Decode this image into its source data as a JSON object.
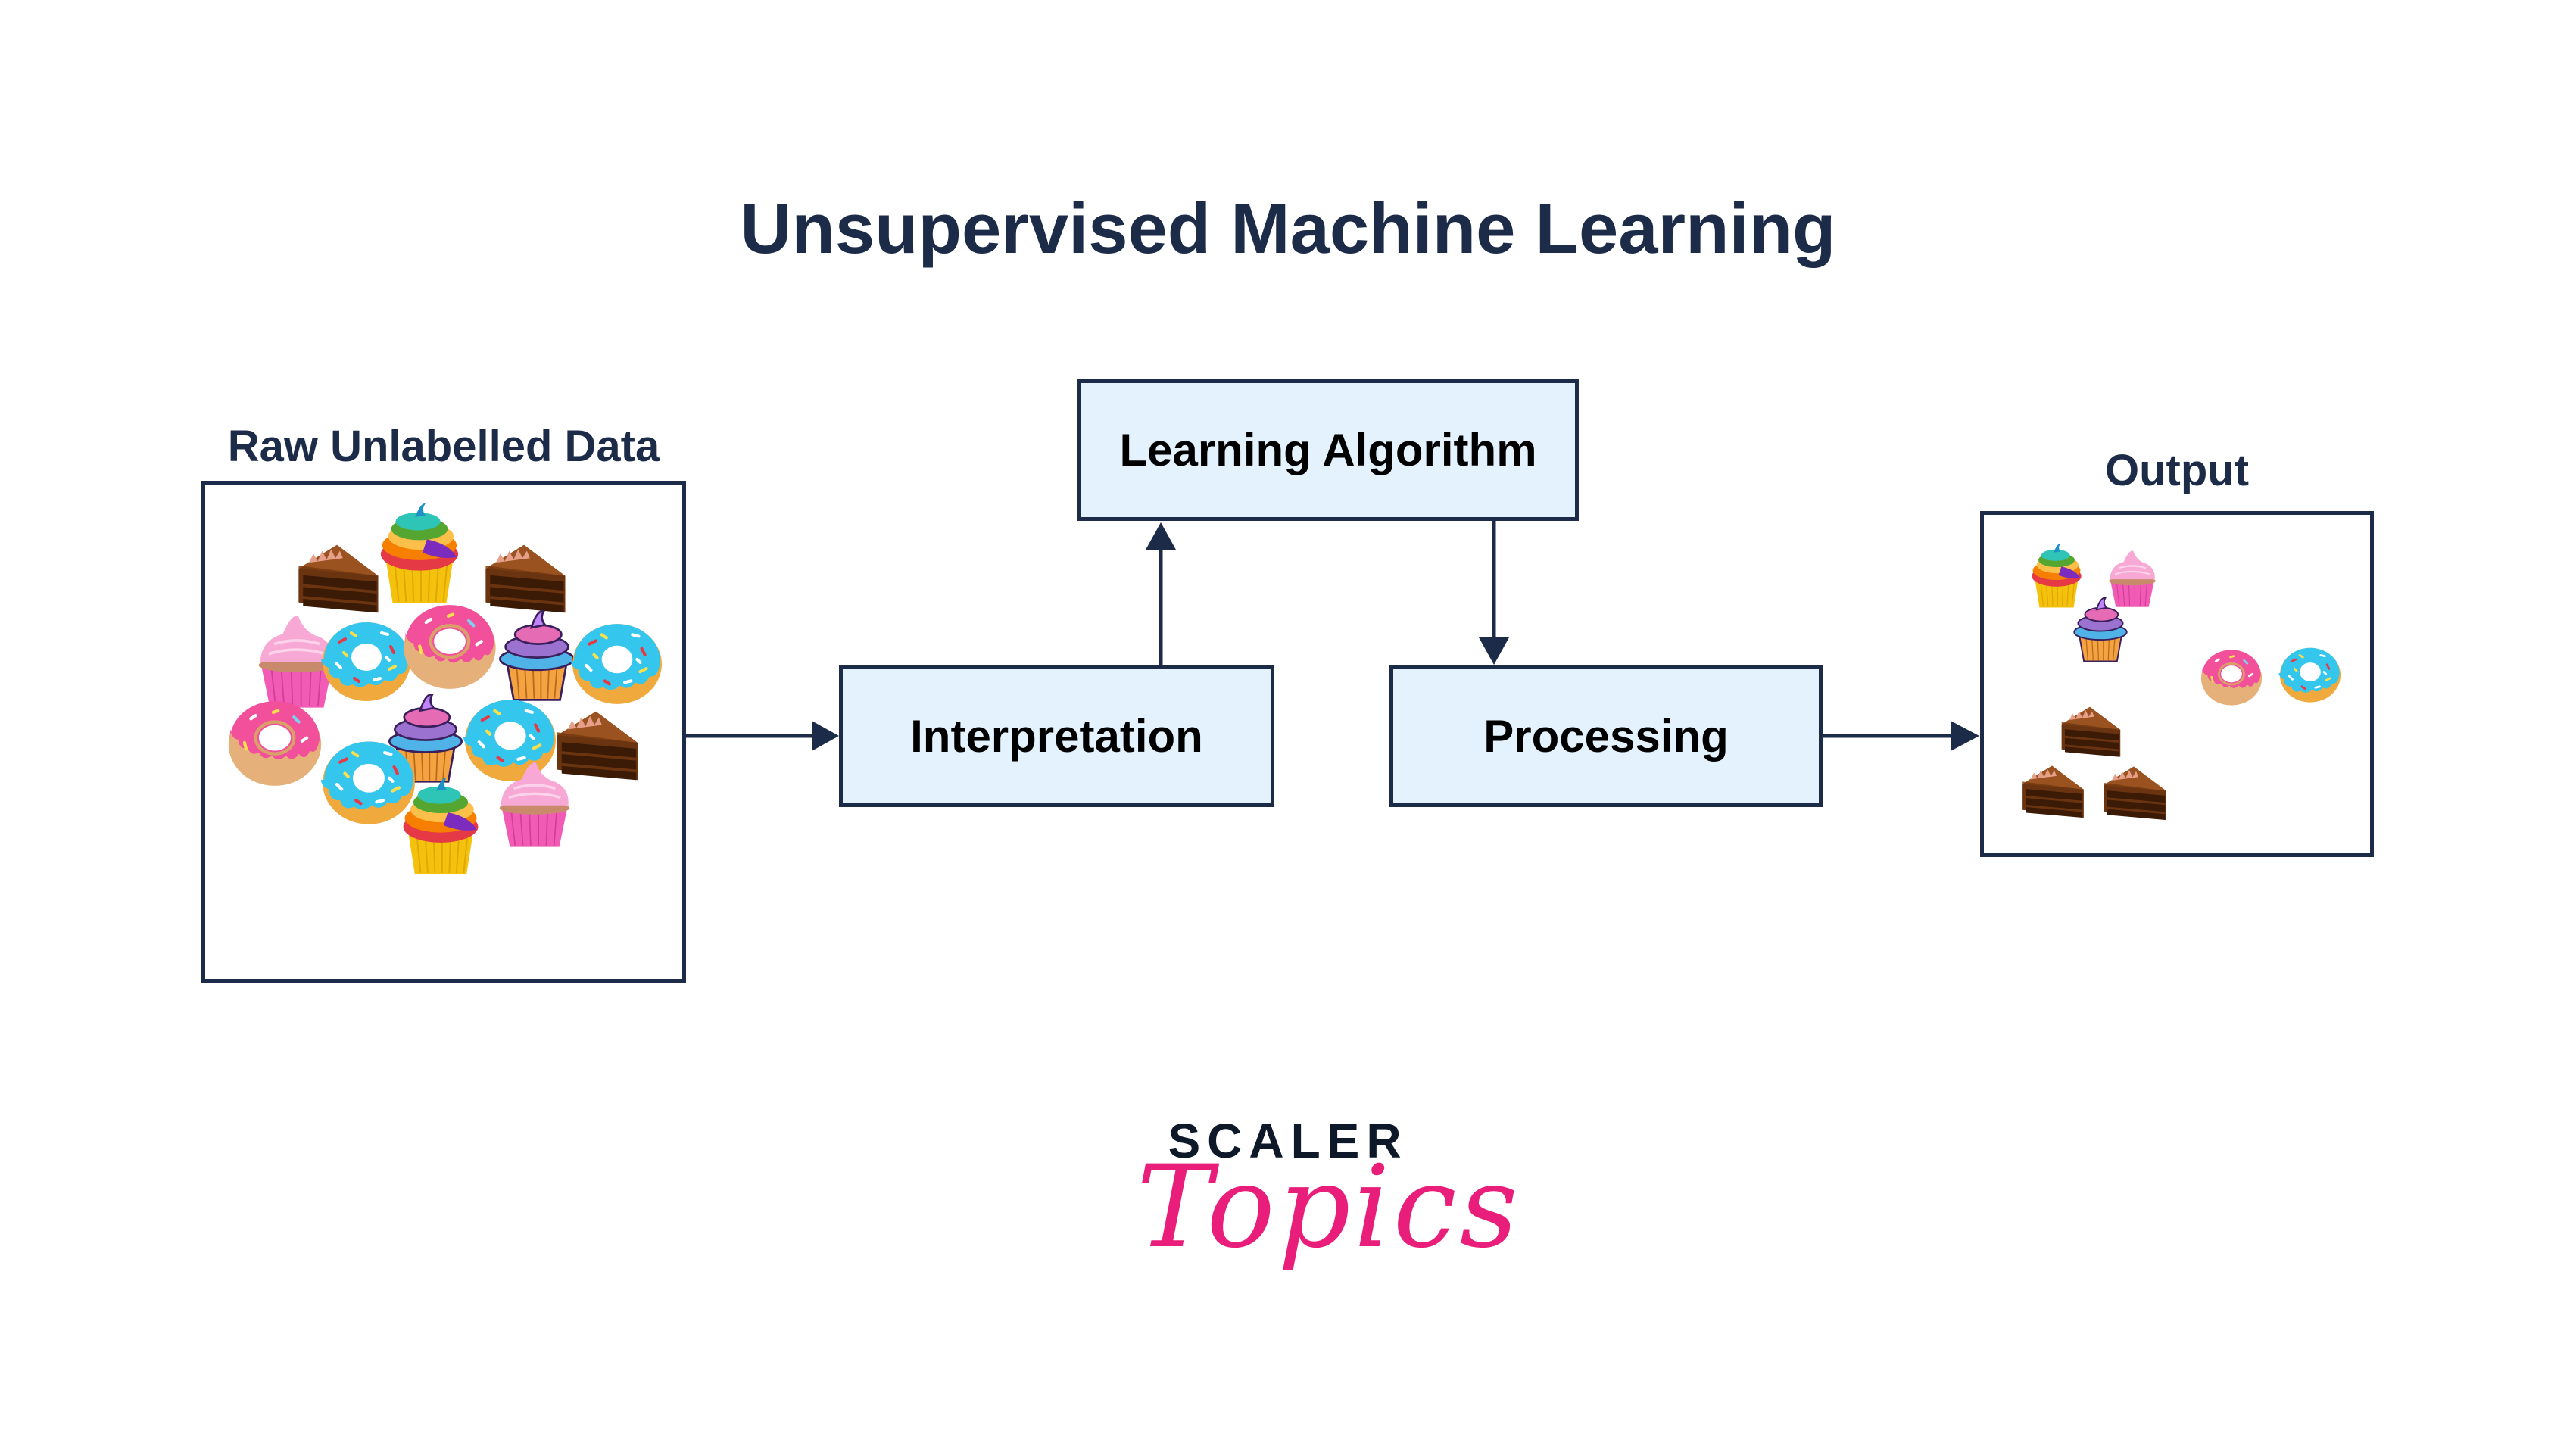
{
  "diagram": {
    "title": "Unsupervised Machine Learning",
    "input": {
      "label": "Raw Unlabelled Data",
      "items": [
        "cake-slice",
        "rainbow-cupcake",
        "cake-slice",
        "pink-cupcake",
        "blue-donut",
        "pink-donut",
        "purple-cupcake",
        "blue-donut",
        "pink-donut",
        "purple-cupcake",
        "blue-donut",
        "cake-slice",
        "blue-donut",
        "pink-cupcake",
        "rainbow-cupcake"
      ]
    },
    "steps": {
      "interpretation": "Interpretation",
      "learning_algorithm": "Learning Algorithm",
      "processing": "Processing"
    },
    "output": {
      "label": "Output",
      "clusters": [
        {
          "name": "cupcakes",
          "items": [
            "rainbow-cupcake",
            "pink-cupcake",
            "purple-cupcake"
          ]
        },
        {
          "name": "donuts",
          "items": [
            "pink-donut",
            "blue-donut"
          ]
        },
        {
          "name": "cakes",
          "items": [
            "cake-slice",
            "cake-slice",
            "cake-slice"
          ]
        }
      ]
    },
    "flow": [
      "Raw Unlabelled Data -> Interpretation",
      "Interpretation -> Learning Algorithm",
      "Learning Algorithm -> Processing",
      "Processing -> Output"
    ],
    "colors": {
      "ink": "#1c2b48",
      "box_fill": "#e3f2fd",
      "brand_pink": "#e91e7a"
    }
  },
  "brand": {
    "line1": "SCALER",
    "line2": "Topics"
  }
}
